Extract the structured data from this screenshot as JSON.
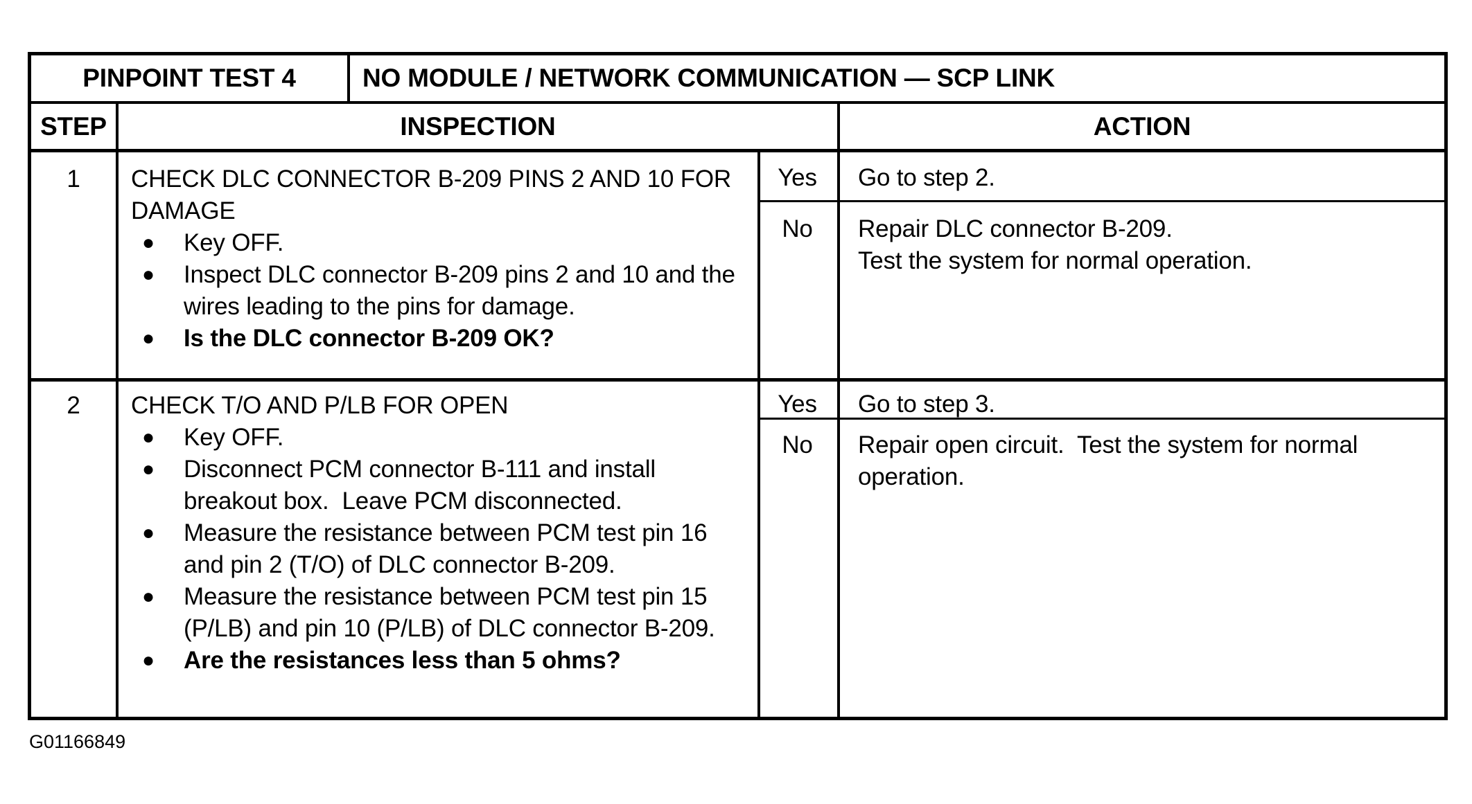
{
  "page": {
    "paper_color": "#ffffff",
    "ink_color": "#000000"
  },
  "figure_id": "G01166849",
  "table": {
    "test_label": "PINPOINT TEST 4",
    "test_title": "NO MODULE / NETWORK COMMUNICATION — SCP LINK",
    "columns": {
      "step": "STEP",
      "inspection": "INSPECTION",
      "action": "ACTION"
    },
    "steps": [
      {
        "number": "1",
        "inspection": {
          "title": "CHECK DLC CONNECTOR B-209 PINS 2 AND 10 FOR DAMAGE",
          "bullets": [
            {
              "text": "Key OFF.",
              "bold": false
            },
            {
              "text": "Inspect DLC connector B-209 pins 2 and 10 and the wires leading to the pins for damage.",
              "bold": false
            },
            {
              "text": "Is the DLC connector B-209 OK?",
              "bold": true
            }
          ]
        },
        "outcomes": [
          {
            "answer": "Yes",
            "action_lines": [
              "Go to step 2."
            ]
          },
          {
            "answer": "No",
            "action_lines": [
              "Repair DLC connector B-209.",
              "Test the system for normal operation."
            ]
          }
        ]
      },
      {
        "number": "2",
        "inspection": {
          "title": "CHECK T/O AND P/LB FOR OPEN",
          "bullets": [
            {
              "text": "Key OFF.",
              "bold": false
            },
            {
              "text": "Disconnect PCM connector B-111 and install breakout box.  Leave PCM disconnected.",
              "bold": false
            },
            {
              "text": "Measure the resistance between PCM test pin 16 and pin 2 (T/O) of DLC connector B-209.",
              "bold": false
            },
            {
              "text": "Measure the resistance between PCM test pin 15 (P/LB) and pin 10 (P/LB) of DLC connector B-209.",
              "bold": false
            },
            {
              "text": "Are the resistances less than 5 ohms?",
              "bold": true
            }
          ]
        },
        "outcomes": [
          {
            "answer": "Yes",
            "action_lines": [
              "Go to step 3."
            ]
          },
          {
            "answer": "No",
            "action_lines": [
              "Repair open circuit.  Test the system for normal operation."
            ]
          }
        ]
      }
    ]
  }
}
